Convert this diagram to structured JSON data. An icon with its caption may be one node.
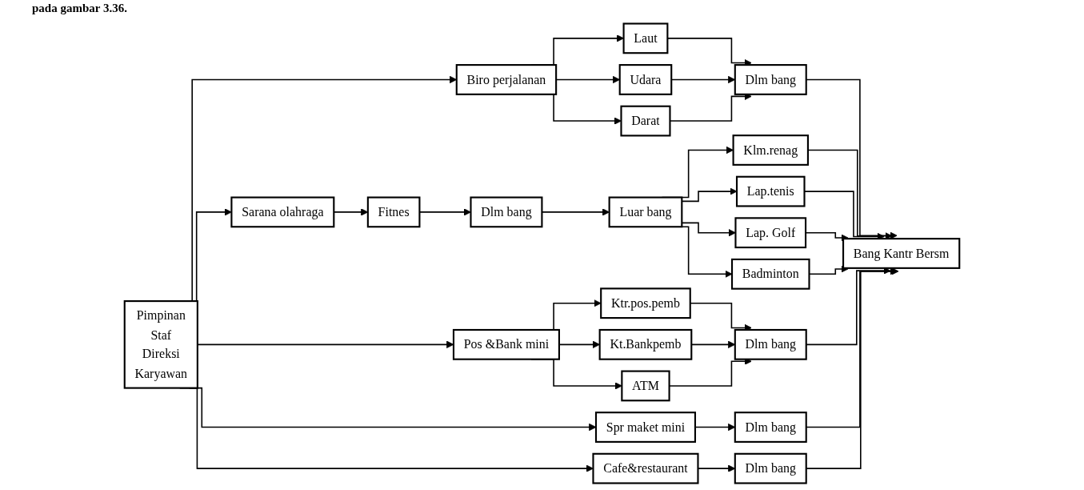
{
  "diagram": {
    "nodes": [
      {
        "text": [
          "Pimpinan",
          "Staf",
          "Direksi",
          "Karyawan"
        ]
      },
      {
        "text": [
          "Biro perjalanan"
        ]
      },
      {
        "text": [
          "Laut"
        ]
      },
      {
        "text": [
          "Udara"
        ]
      },
      {
        "text": [
          "Darat"
        ]
      },
      {
        "text": [
          "Dlm bang"
        ]
      },
      {
        "text": [
          "Sarana olahraga"
        ]
      },
      {
        "text": [
          "Fitnes"
        ]
      },
      {
        "text": [
          "Dlm bang"
        ]
      },
      {
        "text": [
          "Luar bang"
        ]
      },
      {
        "text": [
          "Klm.renag"
        ]
      },
      {
        "text": [
          "Lap.tenis"
        ]
      },
      {
        "text": [
          "Lap. Golf"
        ]
      },
      {
        "text": [
          "Badminton"
        ]
      },
      {
        "text": [
          "Pos &Bank mini"
        ]
      },
      {
        "text": [
          "Ktr.pos.pemb"
        ]
      },
      {
        "text": [
          "Kt.Bankpemb"
        ]
      },
      {
        "text": [
          "ATM"
        ]
      },
      {
        "text": [
          "Dlm bang"
        ]
      },
      {
        "text": [
          "Spr maket mini"
        ]
      },
      {
        "text": [
          "Dlm bang"
        ]
      },
      {
        "text": [
          "Cafe&restaurant"
        ]
      },
      {
        "text": [
          "Dlm bang"
        ]
      },
      {
        "text": [
          "Bang Kantr Bersm"
        ]
      }
    ],
    "edges": [
      {
        "from": 0,
        "to": 1,
        "arrow": "to"
      },
      {
        "from": 0,
        "to": 6,
        "arrow": "to"
      },
      {
        "from": 0,
        "to": 14,
        "arrow": "to"
      },
      {
        "from": 0,
        "to": 19,
        "arrow": "to"
      },
      {
        "from": 0,
        "to": 21,
        "arrow": "to"
      },
      {
        "from": 1,
        "to": 2,
        "arrow": "to"
      },
      {
        "from": 1,
        "to": 3,
        "arrow": "to"
      },
      {
        "from": 1,
        "to": 4,
        "arrow": "to"
      },
      {
        "from": 2,
        "to": 5,
        "arrow": "to"
      },
      {
        "from": 3,
        "to": 5,
        "arrow": "to"
      },
      {
        "from": 4,
        "to": 5,
        "arrow": "to"
      },
      {
        "from": 5,
        "to": 23,
        "arrow": "to"
      },
      {
        "from": 6,
        "to": 7,
        "arrow": "to"
      },
      {
        "from": 7,
        "to": 8,
        "arrow": "to"
      },
      {
        "from": 8,
        "to": 9,
        "arrow": "to"
      },
      {
        "from": 9,
        "to": 10,
        "arrow": "to"
      },
      {
        "from": 9,
        "to": 11,
        "arrow": "to"
      },
      {
        "from": 9,
        "to": 12,
        "arrow": "to"
      },
      {
        "from": 9,
        "to": 13,
        "arrow": "to"
      },
      {
        "from": 10,
        "to": 23,
        "arrow": "to"
      },
      {
        "from": 11,
        "to": 23,
        "arrow": "to"
      },
      {
        "from": 12,
        "to": 23,
        "arrow": "to"
      },
      {
        "from": 13,
        "to": 23,
        "arrow": "to"
      },
      {
        "from": 14,
        "to": 15,
        "arrow": "to"
      },
      {
        "from": 14,
        "to": 16,
        "arrow": "to"
      },
      {
        "from": 14,
        "to": 17,
        "arrow": "to"
      },
      {
        "from": 15,
        "to": 18,
        "arrow": "to"
      },
      {
        "from": 16,
        "to": 18,
        "arrow": "to"
      },
      {
        "from": 17,
        "to": 18,
        "arrow": "to"
      },
      {
        "from": 18,
        "to": 23,
        "arrow": "to"
      },
      {
        "from": 19,
        "to": 20,
        "arrow": "to"
      },
      {
        "from": 20,
        "to": 23,
        "arrow": "to"
      },
      {
        "from": 21,
        "to": 22,
        "arrow": "to"
      },
      {
        "from": 22,
        "to": 23,
        "arrow": "to"
      }
    ],
    "labels": [
      "pada gambar 3.36."
    ]
  }
}
